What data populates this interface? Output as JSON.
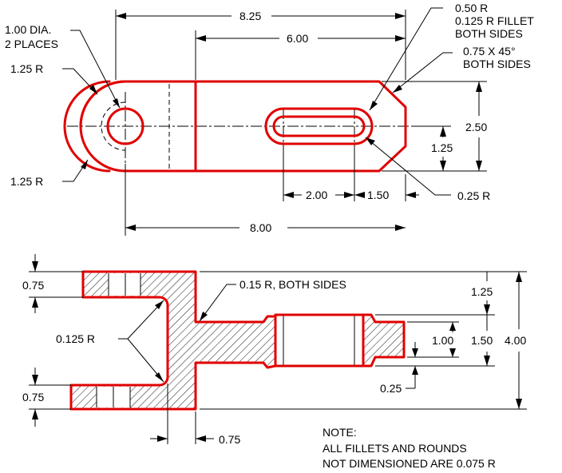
{
  "colors": {
    "object_line": "#e00000",
    "dimension_line": "#000000",
    "background": "#ffffff"
  },
  "top_view": {
    "dims": {
      "overall_length": "8.25",
      "hole_to_end": "6.00",
      "base_length": "8.00",
      "slot_length": "2.00",
      "slot_to_end": "1.50",
      "height": "2.50",
      "half_height": "1.25"
    },
    "notes": {
      "hole_dia_line1": "1.00 DIA.",
      "hole_dia_line2": "2 PLACES",
      "outer_radius_top": "1.25 R",
      "outer_radius_bottom": "1.25 R",
      "slot_radius_line1": "0.50 R",
      "slot_fillet_line1": "0.125 R FILLET",
      "slot_fillet_line2": "BOTH SIDES",
      "chamfer_line1": "0.75 X 45°",
      "chamfer_line2": "BOTH SIDES",
      "slot_small_radius": "0.25 R"
    }
  },
  "section_view": {
    "dims": {
      "upper_tab": "0.75",
      "lower_tab": "0.75",
      "overall_height": "4.00",
      "top_offset": "1.25",
      "bore": "1.00",
      "hub": "1.50",
      "step": "0.25",
      "web_thickness": "0.75"
    },
    "notes": {
      "fillet_radius": "0.125 R",
      "web_radius": "0.15 R, BOTH SIDES"
    }
  },
  "general_note": {
    "title": "NOTE:",
    "line1": "ALL FILLETS AND ROUNDS",
    "line2": "NOT DIMENSIONED ARE 0.075 R"
  }
}
